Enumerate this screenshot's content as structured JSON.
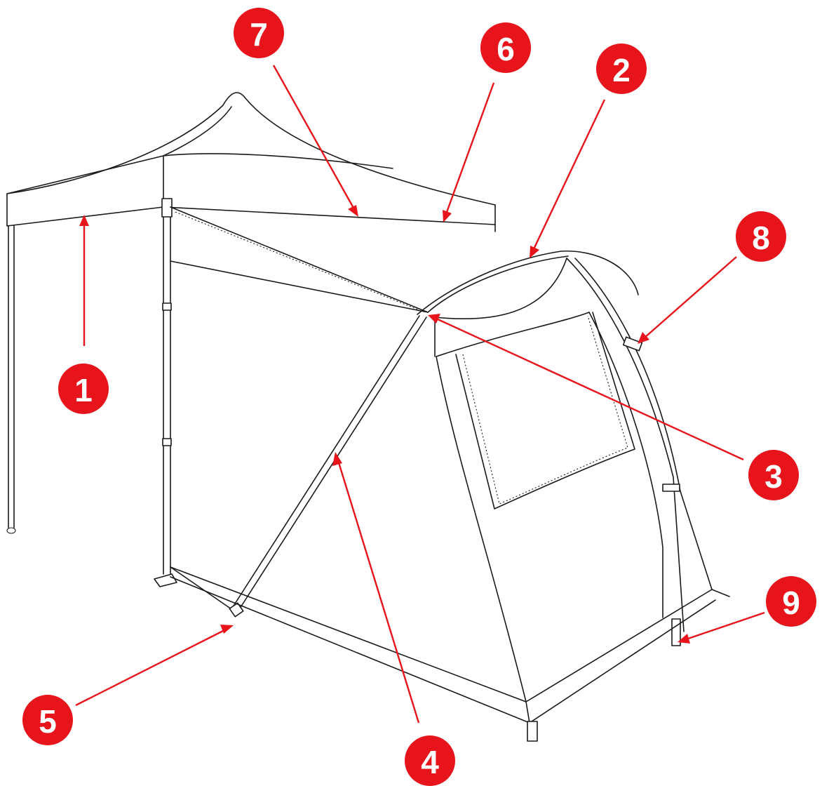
{
  "callouts": [
    {
      "id": "1",
      "label": "1"
    },
    {
      "id": "2",
      "label": "2"
    },
    {
      "id": "3",
      "label": "3"
    },
    {
      "id": "4",
      "label": "4"
    },
    {
      "id": "5",
      "label": "5"
    },
    {
      "id": "6",
      "label": "6"
    },
    {
      "id": "7",
      "label": "7"
    },
    {
      "id": "8",
      "label": "8"
    },
    {
      "id": "9",
      "label": "9"
    }
  ],
  "colors": {
    "accent": "#e8141b",
    "line": "#1a1a1a",
    "background": "#ffffff"
  }
}
